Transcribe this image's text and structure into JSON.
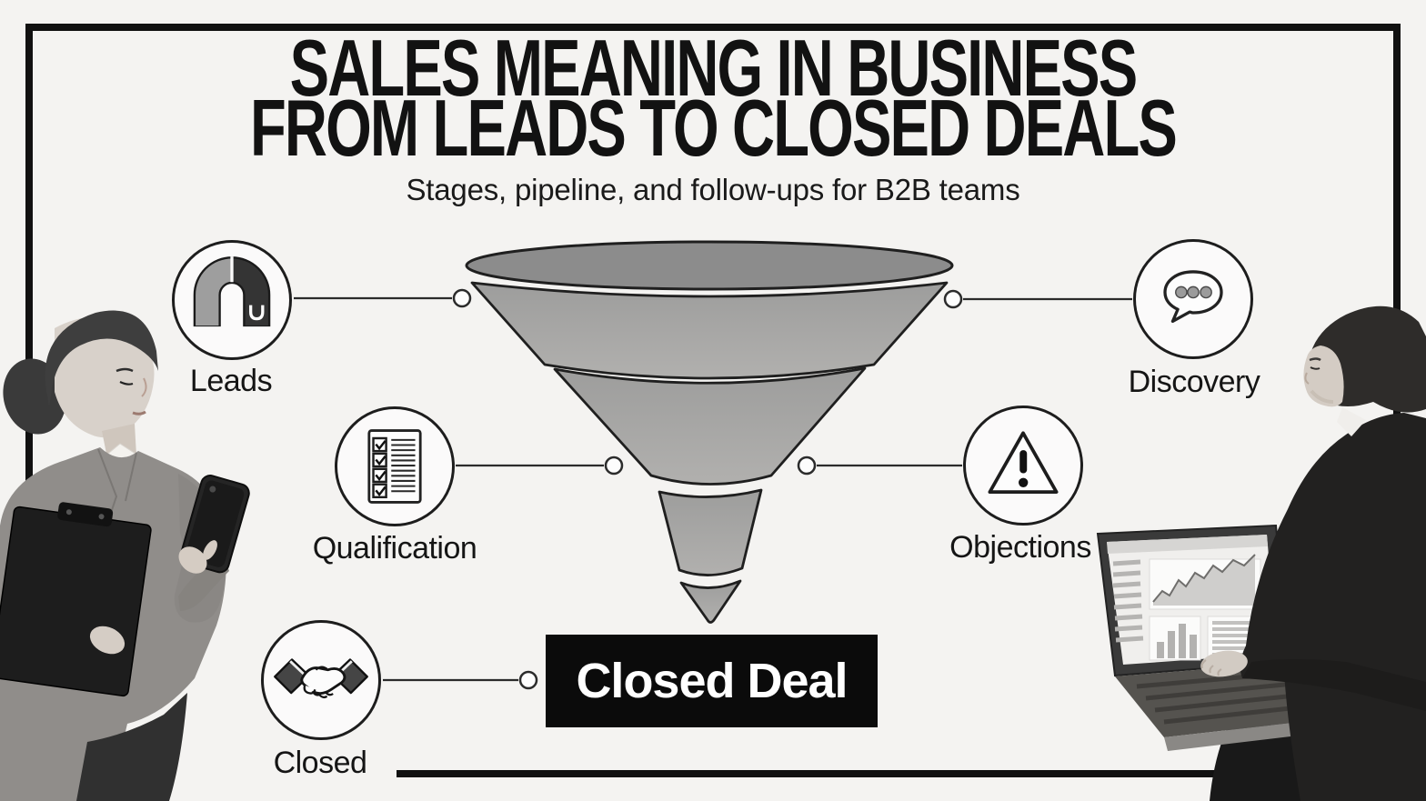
{
  "header": {
    "title_line1": "SALES MEANING IN BUSINESS",
    "title_line2": "FROM LEADS TO CLOSED DEALS",
    "subtitle": "Stages, pipeline, and follow-ups for B2B teams"
  },
  "funnel": {
    "type": "sales-funnel",
    "segments": 4,
    "stages": [
      {
        "id": "leads",
        "label": "Leads",
        "icon": "magnet-icon",
        "side": "left"
      },
      {
        "id": "discovery",
        "label": "Discovery",
        "icon": "chat-bubble-icon",
        "side": "right"
      },
      {
        "id": "qualification",
        "label": "Qualification",
        "icon": "checklist-icon",
        "side": "left"
      },
      {
        "id": "objections",
        "label": "Objections",
        "icon": "warning-triangle-icon",
        "side": "right"
      },
      {
        "id": "closed",
        "label": "Closed",
        "icon": "handshake-icon",
        "side": "left"
      }
    ],
    "result": {
      "label": "Closed Deal"
    }
  },
  "photos": {
    "left": {
      "description": "Businesswoman in gray suit holding clipboard, looking at smartphone (black and white)"
    },
    "right": {
      "description": "Businessman in dark suit working on laptop showing analytics dashboard (black and white)"
    }
  },
  "colors": {
    "background": "#f4f3f1",
    "frame": "#111111",
    "funnel_body": "#a8a8a8",
    "funnel_top": "#8c8c8c",
    "outline": "#1f1f1f",
    "result_box_bg": "#0b0b0b",
    "result_box_text": "#ffffff",
    "text": "#141414"
  }
}
